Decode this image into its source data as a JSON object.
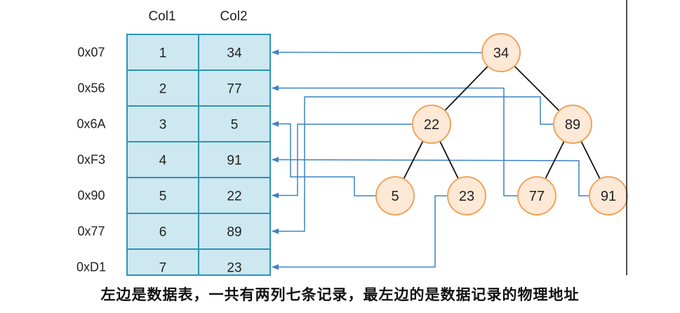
{
  "table": {
    "headers": [
      "Col1",
      "Col2"
    ],
    "rows": [
      {
        "address": "0x07",
        "col1": "1",
        "col2": "34"
      },
      {
        "address": "0x56",
        "col1": "2",
        "col2": "77"
      },
      {
        "address": "0x6A",
        "col1": "3",
        "col2": "5"
      },
      {
        "address": "0xF3",
        "col1": "4",
        "col2": "91"
      },
      {
        "address": "0x90",
        "col1": "5",
        "col2": "22"
      },
      {
        "address": "0x77",
        "col1": "6",
        "col2": "89"
      },
      {
        "address": "0xD1",
        "col1": "7",
        "col2": "23"
      }
    ]
  },
  "tree": {
    "nodes": [
      {
        "id": "n34",
        "label": "34",
        "row": 0
      },
      {
        "id": "n22",
        "label": "22",
        "row": 4
      },
      {
        "id": "n89",
        "label": "89",
        "row": 5
      },
      {
        "id": "n5",
        "label": "5",
        "row": 2
      },
      {
        "id": "n23",
        "label": "23",
        "row": 6
      },
      {
        "id": "n77",
        "label": "77",
        "row": 1
      },
      {
        "id": "n91",
        "label": "91",
        "row": 3
      }
    ],
    "edges": [
      [
        "n34",
        "n22"
      ],
      [
        "n34",
        "n89"
      ],
      [
        "n22",
        "n5"
      ],
      [
        "n22",
        "n23"
      ],
      [
        "n89",
        "n77"
      ],
      [
        "n89",
        "n91"
      ]
    ]
  },
  "caption": "左边是数据表，一共有两列七条记录，最左边的是数据记录的物理地址",
  "colors": {
    "cell_fill": "#cde8f0",
    "cell_border": "#2a95b5",
    "node_fill": "#fde9d6",
    "node_border": "#f0a35a",
    "pointer_line": "#3c84c2",
    "tree_edge": "#111111"
  }
}
